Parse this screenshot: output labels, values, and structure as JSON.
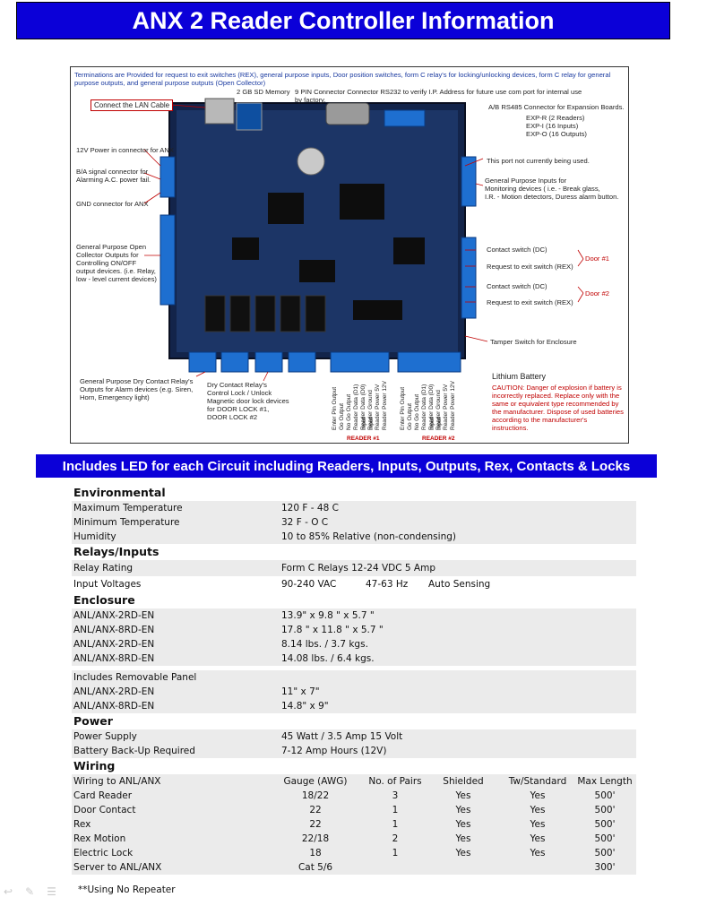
{
  "title": "ANX 2 Reader Controller Information",
  "figure": {
    "description_top": "Terminations are Provided for request to exit switches (REX), general purpose inputs, Door position switches, form C relay's for locking/unlocking devices, form C relay for general purpose outputs, and general purpose outputs (Open Collector)",
    "sd_memory": "2 GB SD Memory",
    "connector_9pin": "9 PIN Connector Connector RS232 to verify I.P. Address for future use com port for internal use by factory.",
    "lan_cable": "Connect the LAN Cable",
    "rs485": "A/B RS485 Connector for Expansion Boards.",
    "exp_boards": "EXP-R (2 Readers)\nEXP-I (16 Inputs)\nEXP-O (16 Outputs)",
    "power_12v": "12V Power in connector for ANX",
    "ba_signal": "B/A signal connector for\nAlarming A.C. power fail.",
    "gnd": "GND connector for ANX",
    "port_not_used": "This port not currently being used.",
    "gp_inputs": "General Purpose Inputs for\nMonitoring devices ( i.e. - Break glass,\nI.R. - Motion detectors, Duress alarm button.",
    "gp_outputs": "General Purpose Open\nCollector Outputs for\nControlling ON/OFF\noutput devices. (i.e. Relay,\nlow - level current devices)",
    "contact_switch_1": "Contact switch (DC)",
    "rex_1": "Request to exit switch (REX)",
    "door_1": "Door #1",
    "contact_switch_2": "Contact switch (DC)",
    "rex_2": "Request to exit switch (REX)",
    "door_2": "Door #2",
    "tamper": "Tamper Switch for Enclosure",
    "dry_contact_gp": "General Purpose Dry Contact Relay's\nOutputs for Alarm devices (e.g. Siren,\nHorn, Emergency light)",
    "dry_contact_lock": "Dry Contact Relay's\nControl Lock / Unlock\nMagnetic door lock devices\nfor DOOR LOCK #1,\nDOOR LOCK #2",
    "reader1_pins": [
      "Enter Pin Output",
      "Go Output",
      "No Go Output",
      "Reader Data (D1) Input",
      "Reader Data (D0) Input",
      "Reader Ground",
      "Reader Power 5V",
      "Reader Power 12V"
    ],
    "reader2_pins": [
      "Enter Pin Output",
      "Go Output",
      "No Go Output",
      "Reader Data (D1) Input",
      "Reader Data (D0) Input",
      "Reader Ground",
      "Reader Power 5V",
      "Reader Power 12V"
    ],
    "reader1": "READER #1",
    "reader2": "READER #2",
    "lithium_battery": "Lithium Battery",
    "caution": "CAUTION: Danger of explosion if battery is incorrectly replaced. Replace only with the same or equivalent type recommended by the manufacturer. Dispose of used batteries according to the manufacturer's instructions."
  },
  "banner": "Includes LED for each Circuit including Readers, Inputs, Outputs, Rex, Contacts & Locks",
  "environmental": {
    "heading": "Environmental",
    "rows": [
      {
        "k": "Maximum Temperature",
        "v": "120 F - 48 C"
      },
      {
        "k": "Minimum Temperature",
        "v": "32 F - O C"
      },
      {
        "k": "Humidity",
        "v": "10 to 85% Relative (non-condensing)"
      }
    ]
  },
  "relays": {
    "heading": "Relays/Inputs",
    "relay_k": "Relay Rating",
    "relay_v": "Form C Relays 12-24 VDC 5 Amp",
    "input_k": "Input Voltages",
    "input_v1": "90-240 VAC",
    "input_v2": "47-63 Hz",
    "input_v3": "Auto Sensing"
  },
  "enclosure": {
    "heading": "Enclosure",
    "rows": [
      {
        "k": "ANL/ANX-2RD-EN",
        "v": "13.9\" x 9.8 \" x 5.7 \""
      },
      {
        "k": "ANL/ANX-8RD-EN",
        "v": "17.8 \" x 11.8 \" x 5.7 \""
      },
      {
        "k": "ANL/ANX-2RD-EN",
        "v": "8.14 lbs. / 3.7 kgs."
      },
      {
        "k": "ANL/ANX-8RD-EN",
        "v": "14.08 lbs. / 6.4 kgs."
      }
    ],
    "panel_label": "Includes Removable Panel",
    "panel_rows": [
      {
        "k": "ANL/ANX-2RD-EN",
        "v": "11\" x 7\""
      },
      {
        "k": "ANL/ANX-8RD-EN",
        "v": "14.8\" x 9\""
      }
    ]
  },
  "power": {
    "heading": "Power",
    "rows": [
      {
        "k": "Power Supply",
        "v": "45 Watt / 3.5 Amp 15 Volt"
      },
      {
        "k": "Battery Back-Up Required",
        "v": "7-12 Amp Hours (12V)"
      }
    ]
  },
  "wiring": {
    "heading": "Wiring",
    "header": {
      "name": "Wiring to ANL/ANX",
      "gauge": "Gauge (AWG)",
      "pairs": "No. of Pairs",
      "shielded": "Shielded",
      "tw": "Tw/Standard",
      "max": "Max Length"
    },
    "rows": [
      {
        "name": "Card Reader",
        "gauge": "18/22",
        "pairs": "3",
        "shielded": "Yes",
        "tw": "Yes",
        "max": "500'"
      },
      {
        "name": "Door Contact",
        "gauge": "22",
        "pairs": "1",
        "shielded": "Yes",
        "tw": "Yes",
        "max": "500'"
      },
      {
        "name": "Rex",
        "gauge": "22",
        "pairs": "1",
        "shielded": "Yes",
        "tw": "Yes",
        "max": "500'"
      },
      {
        "name": "Rex Motion",
        "gauge": "22/18",
        "pairs": "2",
        "shielded": "Yes",
        "tw": "Yes",
        "max": "500'"
      },
      {
        "name": "Electric Lock",
        "gauge": "18",
        "pairs": "1",
        "shielded": "Yes",
        "tw": "Yes",
        "max": "500'"
      },
      {
        "name": "Server to ANL/ANX",
        "gauge": "Cat 5/6",
        "pairs": "",
        "shielded": "",
        "tw": "",
        "max": "300'"
      }
    ]
  },
  "note": "**Using No Repeater"
}
